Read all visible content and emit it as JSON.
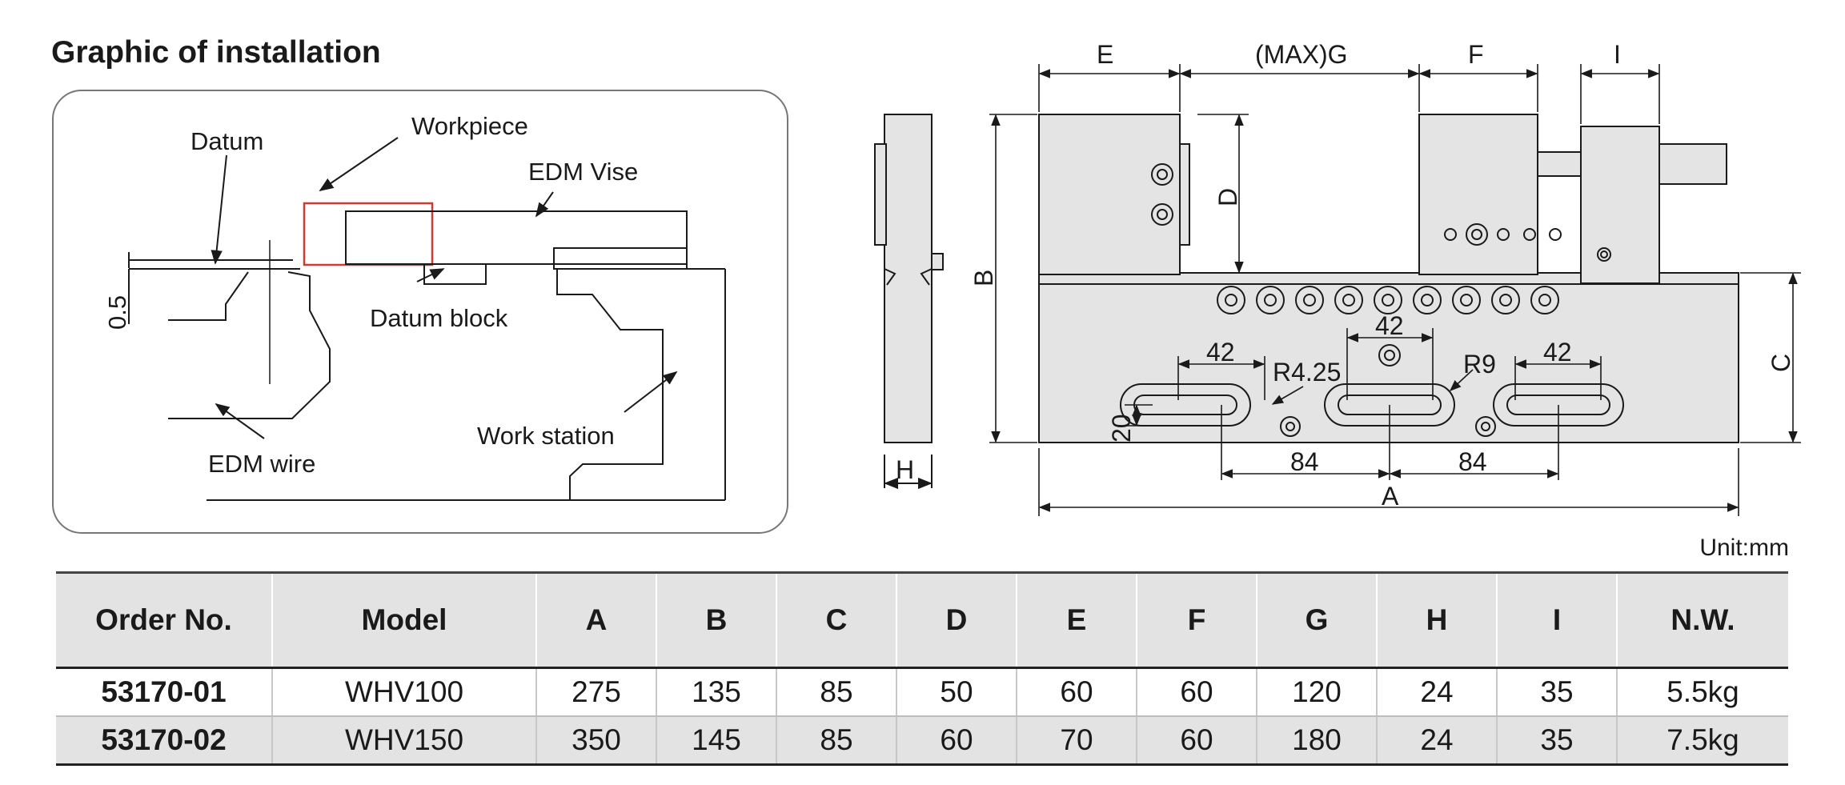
{
  "heading": "Graphic of installation",
  "installation_labels": {
    "datum": "Datum",
    "workpiece": "Workpiece",
    "edm_vise": "EDM Vise",
    "datum_block": "Datum block",
    "edm_wire": "EDM wire",
    "work_station": "Work station",
    "offset": "0.5"
  },
  "dimension_labels": {
    "e": "E",
    "g": "(MAX)G",
    "f": "F",
    "i": "I",
    "d": "D",
    "b": "B",
    "h": "H",
    "c": "C",
    "a": "A",
    "slot_left": "42",
    "slot_mid": "42",
    "slot_right": "42",
    "r_small": "R4.25",
    "r_large": "R9",
    "slot_height": "20",
    "pitch_left": "84",
    "pitch_right": "84"
  },
  "unit_label": "Unit:mm",
  "table": {
    "headers": [
      "Order No.",
      "Model",
      "A",
      "B",
      "C",
      "D",
      "E",
      "F",
      "G",
      "H",
      "I",
      "N.W."
    ],
    "rows": [
      [
        "53170-01",
        "WHV100",
        "275",
        "135",
        "85",
        "50",
        "60",
        "60",
        "120",
        "24",
        "35",
        "5.5kg"
      ],
      [
        "53170-02",
        "WHV150",
        "350",
        "145",
        "85",
        "60",
        "70",
        "60",
        "180",
        "24",
        "35",
        "7.5kg"
      ]
    ]
  }
}
